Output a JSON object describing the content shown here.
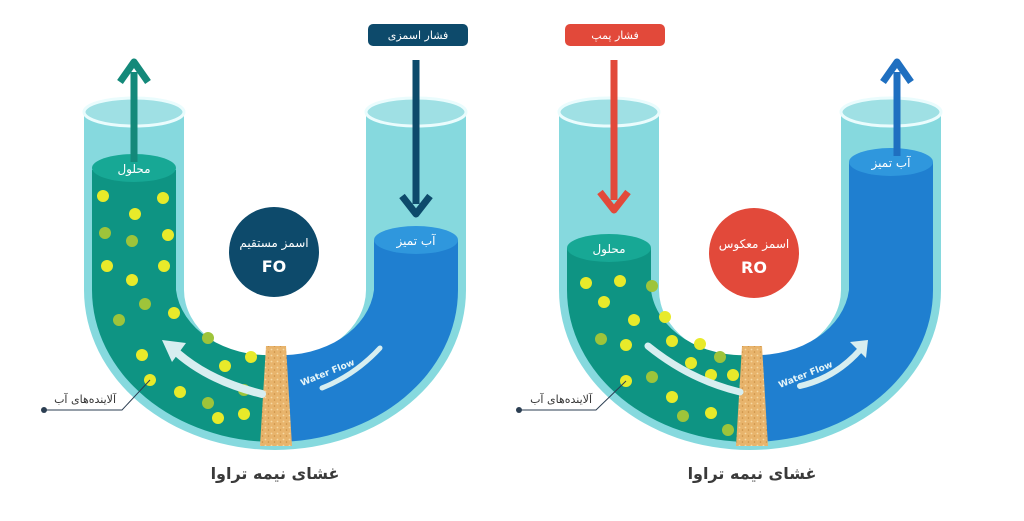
{
  "colors": {
    "tube_glass": "#7fd6dc",
    "tube_glass_dark": "#5ec4cc",
    "tube_rim": "#e9fbfc",
    "solution": "#0e9483",
    "solution_top": "#17a895",
    "clean_water": "#1f7fd0",
    "clean_water_top": "#2f97dd",
    "membrane": "#e6b36a",
    "fo_badge": "#0d4a6b",
    "ro_badge": "#e2493a",
    "pollutant": "#e8ea2a",
    "pollutant_dim": "#9ec43a",
    "flow_arrow": "#d7eef0",
    "title_text": "#3a3a3a",
    "callout_line": "#2b3e52"
  },
  "fo": {
    "pressure_tag": "فشار اسمزی",
    "badge_title": "اسمز مستقیم",
    "badge_code": "FO",
    "left_label": "محلول",
    "right_label": "آب تمیز",
    "flow_text": "Water Flow",
    "pollutants_label": "آلاینده‌های آب",
    "membrane_title": "غشای نیمه تراوا",
    "left_arrow": "up",
    "right_arrow": "down"
  },
  "ro": {
    "pressure_tag": "فشار پمپ",
    "badge_title": "اسمز معکوس",
    "badge_code": "RO",
    "left_label": "محلول",
    "right_label": "آب تمیز",
    "flow_text": "Water Flow",
    "pollutants_label": "آلاینده‌های آب",
    "membrane_title": "غشای نیمه تراوا",
    "left_arrow": "down",
    "right_arrow": "up"
  }
}
